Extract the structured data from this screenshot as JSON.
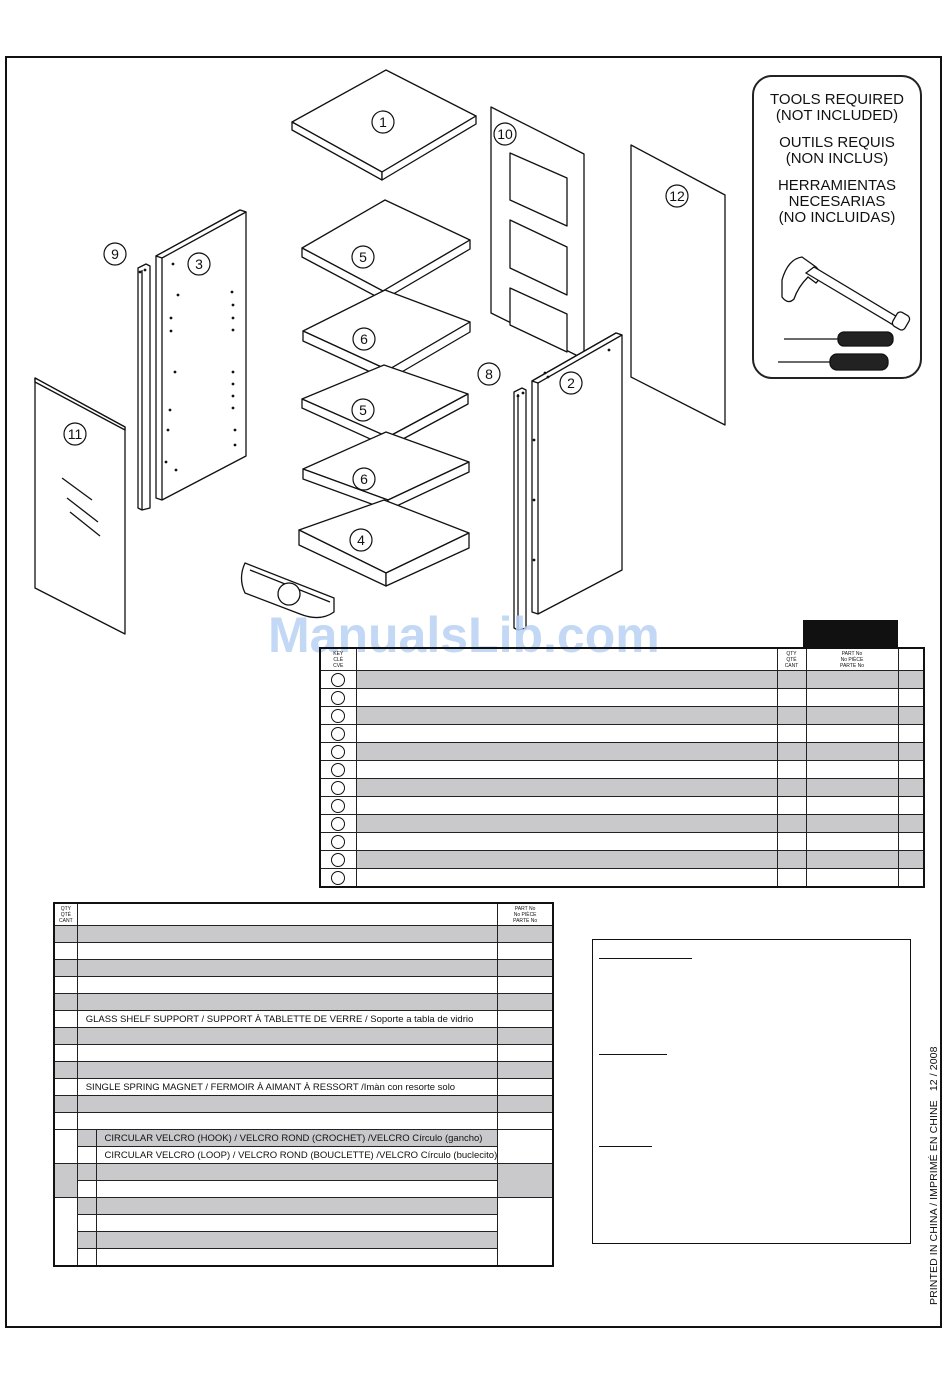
{
  "watermark": "ManualsLib.com",
  "tools_box": {
    "en": [
      "TOOLS REQUIRED",
      "(NOT INCLUDED)"
    ],
    "fr": [
      "OUTILS REQUIS",
      "(NON INCLUS)"
    ],
    "es": [
      "HERRAMIENTAS",
      "NECESARIAS",
      "(NO INCLUIDAS)"
    ],
    "icons": [
      "hammer-icon",
      "screwdriver-flat-icon",
      "screwdriver-phillips-icon"
    ]
  },
  "parts_diagram": {
    "labels": [
      "1",
      "2",
      "3",
      "4",
      "5",
      "5",
      "6",
      "6",
      "8",
      "9",
      "10",
      "11",
      "12"
    ]
  },
  "parts_table": {
    "header": {
      "key": [
        "KEY",
        "CLÉ",
        "CVE"
      ],
      "qty": [
        "QTY",
        "QTÉ",
        "CANT"
      ],
      "part": [
        "PART No",
        "No PIÈCE",
        "PARTE No"
      ]
    },
    "row_count": 12
  },
  "hardware_table": {
    "header": {
      "qty": [
        "QTY",
        "QTÉ",
        "CANT"
      ],
      "part": [
        "PART No",
        "No PIÈCE",
        "PARTE No"
      ]
    },
    "glass_shelf_support": "GLASS SHELF SUPPORT  / SUPPORT À TABLETTE DE VERRE / Soporte a tabla de vidrio",
    "spring_magnet": "SINGLE SPRING MAGNET / FERMOIR À AIMANT À RESSORT /Imàn con resorte solo",
    "velcro_hook": "CIRCULAR VELCRO (HOOK) / VELCRO ROND (CROCHET) /VELCRO Círculo (gancho)",
    "velcro_loop": "CIRCULAR VELCRO (LOOP)  / VELCRO ROND (BOUCLETTE) /VELCRO Círculo (buclecito)"
  },
  "footer": {
    "printed": "PRINTED IN CHINA / IMPRIMÉ EN CHINE",
    "date": "12 / 2008"
  },
  "colors": {
    "row_shade": "#c9c9cb",
    "line": "#111111",
    "watermark": "#b9d2f3"
  }
}
